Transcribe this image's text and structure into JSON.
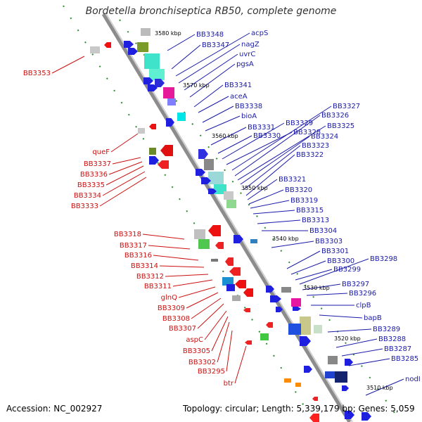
{
  "title": "Bordetella bronchiseptica RB50, complete genome",
  "footer": {
    "accession": "Accession: NC_002927",
    "summary": "Topology: circular; Length: 5,339,179 bp; Genes: 5,059"
  },
  "colors": {
    "forward_label": "#1a1aa8",
    "reverse_label": "#cc1010",
    "backbone": "#8c8c8c",
    "tick": "#2e8b2e"
  },
  "scale_ticks": [
    "3580 kbp",
    "3570 kbp",
    "3560 kbp",
    "3550 kbp",
    "3540 kbp",
    "3530 kbp",
    "3520 kbp",
    "3510 kbp"
  ],
  "forward_labels": [
    "BB3348",
    "BB3347",
    "acpS",
    "nagZ",
    "uvrC",
    "pgsA",
    "BB3341",
    "aceA",
    "BB3338",
    "bioA",
    "BB3331",
    "BB3330",
    "BB3329",
    "BB3328",
    "BB3327",
    "BB3326",
    "BB3325",
    "BB3324",
    "BB3323",
    "BB3322",
    "BB3321",
    "BB3320",
    "BB3319",
    "BB3315",
    "BB3313",
    "BB3304",
    "BB3303",
    "BB3301",
    "BB3300",
    "BB3299",
    "BB3298",
    "BB3297",
    "BB3296",
    "clpB",
    "bapB",
    "BB3289",
    "BB3288",
    "BB3287",
    "BB3285",
    "nodI"
  ],
  "reverse_labels": [
    "BB3353",
    "queF",
    "BB3337",
    "BB3336",
    "BB3335",
    "BB3334",
    "BB3333",
    "BB3318",
    "BB3317",
    "BB3316",
    "BB3314",
    "BB3312",
    "BB3311",
    "glnQ",
    "BB3309",
    "BB3308",
    "BB3307",
    "aspC",
    "BB3305",
    "BB3302",
    "BB3295",
    "btr"
  ]
}
